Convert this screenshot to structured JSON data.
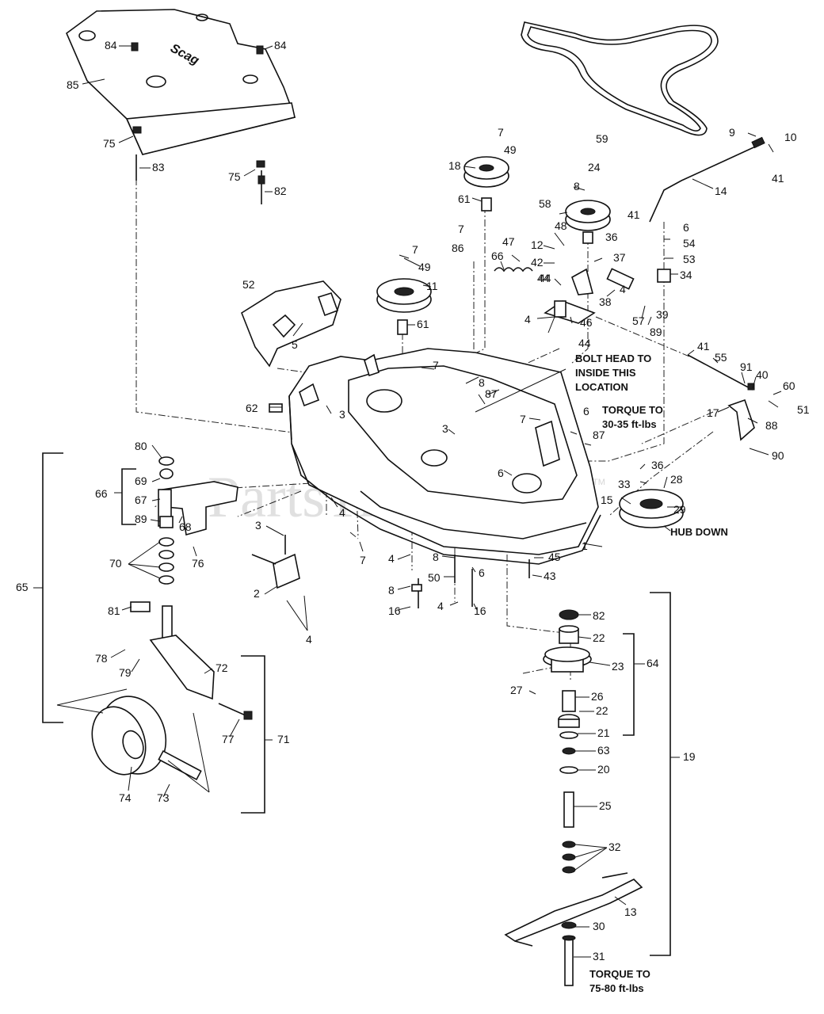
{
  "watermark": {
    "text": "PartsTree",
    "trademark": "TM"
  },
  "cover_logo": "Scag",
  "notes": {
    "bolt_head_1": "BOLT HEAD TO",
    "bolt_head_2": "INSIDE THIS",
    "bolt_head_3": "LOCATION",
    "torque1_1": "TORQUE TO",
    "torque1_2": "30-35 ft-lbs",
    "hub_down": "HUB DOWN",
    "torque2_1": "TORQUE TO",
    "torque2_2": "75-80 ft-lbs"
  },
  "callouts": [
    "84",
    "84",
    "85",
    "75",
    "83",
    "75",
    "82",
    "59",
    "9",
    "10",
    "41",
    "14",
    "7",
    "49",
    "18",
    "61",
    "24",
    "8",
    "58",
    "41",
    "6",
    "54",
    "53",
    "34",
    "36",
    "37",
    "38",
    "39",
    "57",
    "89",
    "4",
    "48",
    "12",
    "42",
    "44",
    "47",
    "86",
    "7",
    "66",
    "44",
    "46",
    "4",
    "44",
    "7",
    "49",
    "11",
    "61",
    "52",
    "5",
    "41",
    "55",
    "91",
    "40",
    "60",
    "51",
    "17",
    "88",
    "90",
    "7",
    "6",
    "87",
    "62",
    "3",
    "3",
    "6",
    "7",
    "8",
    "87",
    "36",
    "33",
    "28",
    "15",
    "29",
    "1",
    "80",
    "69",
    "67",
    "68",
    "66",
    "89",
    "70",
    "76",
    "3",
    "2",
    "4",
    "4",
    "7",
    "4",
    "45",
    "8",
    "50",
    "6",
    "43",
    "8",
    "16",
    "4",
    "16",
    "65",
    "81",
    "78",
    "79",
    "72",
    "77",
    "71",
    "74",
    "73",
    "82",
    "22",
    "23",
    "64",
    "27",
    "26",
    "22",
    "21",
    "63",
    "20",
    "19",
    "25",
    "32",
    "13",
    "30",
    "31"
  ]
}
